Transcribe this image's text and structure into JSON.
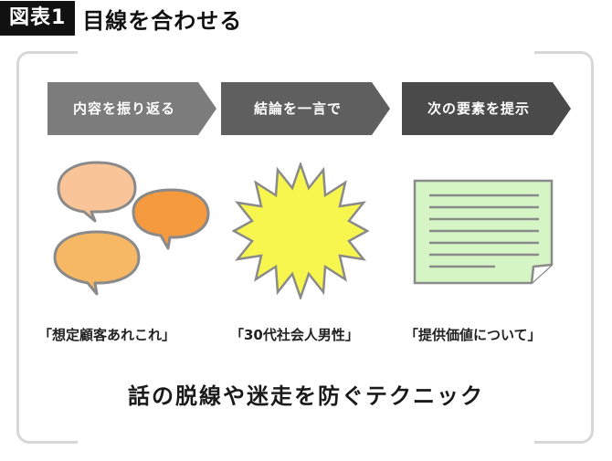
{
  "header": {
    "label": "図表1",
    "title": "目線を合わせる"
  },
  "steps": [
    {
      "label": "内容を振り返る",
      "color": "#7c7c7c"
    },
    {
      "label": "結論を一言で",
      "color": "#5f5f5f"
    },
    {
      "label": "次の要素を提示",
      "color": "#4a4a4a"
    }
  ],
  "illustrations": [
    {
      "icon": "speech-bubbles-icon",
      "colors": [
        "#f9c497",
        "#f59a3e",
        "#f7b866"
      ]
    },
    {
      "icon": "starburst-icon",
      "colors": [
        "#f7f64f"
      ]
    },
    {
      "icon": "document-icon",
      "colors": [
        "#d6f5c4"
      ]
    }
  ],
  "captions": [
    "「想定顧客あれこれ」",
    "「30代社会人男性」",
    "「提供価値について」"
  ],
  "bottom_title": "話の脱線や迷走を防ぐテクニック"
}
